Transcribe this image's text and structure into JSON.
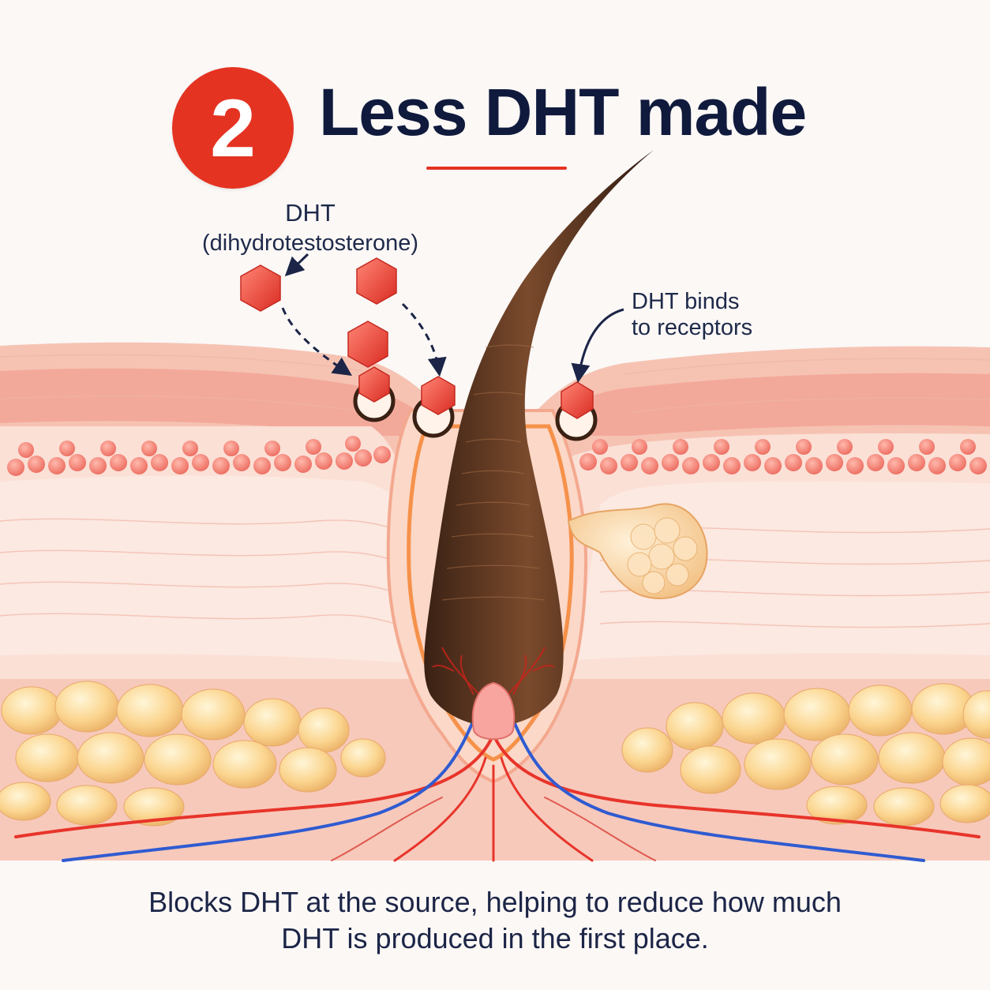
{
  "header": {
    "step_number": "2",
    "title": "Less DHT made",
    "accent_color": "#e53322",
    "title_color": "#101a3c"
  },
  "labels": {
    "dht_name_line1": "DHT",
    "dht_name_line2": "(dihydrotestosterone)",
    "binds_line1": "DHT binds",
    "binds_line2": "to receptors"
  },
  "caption": {
    "line1": "Blocks DHT at the source, helping to reduce how much",
    "line2": "DHT is produced in the first place."
  },
  "icons": {
    "molecule": "hexagon-molecule-icon",
    "arrow": "dashed-arrow-icon"
  }
}
